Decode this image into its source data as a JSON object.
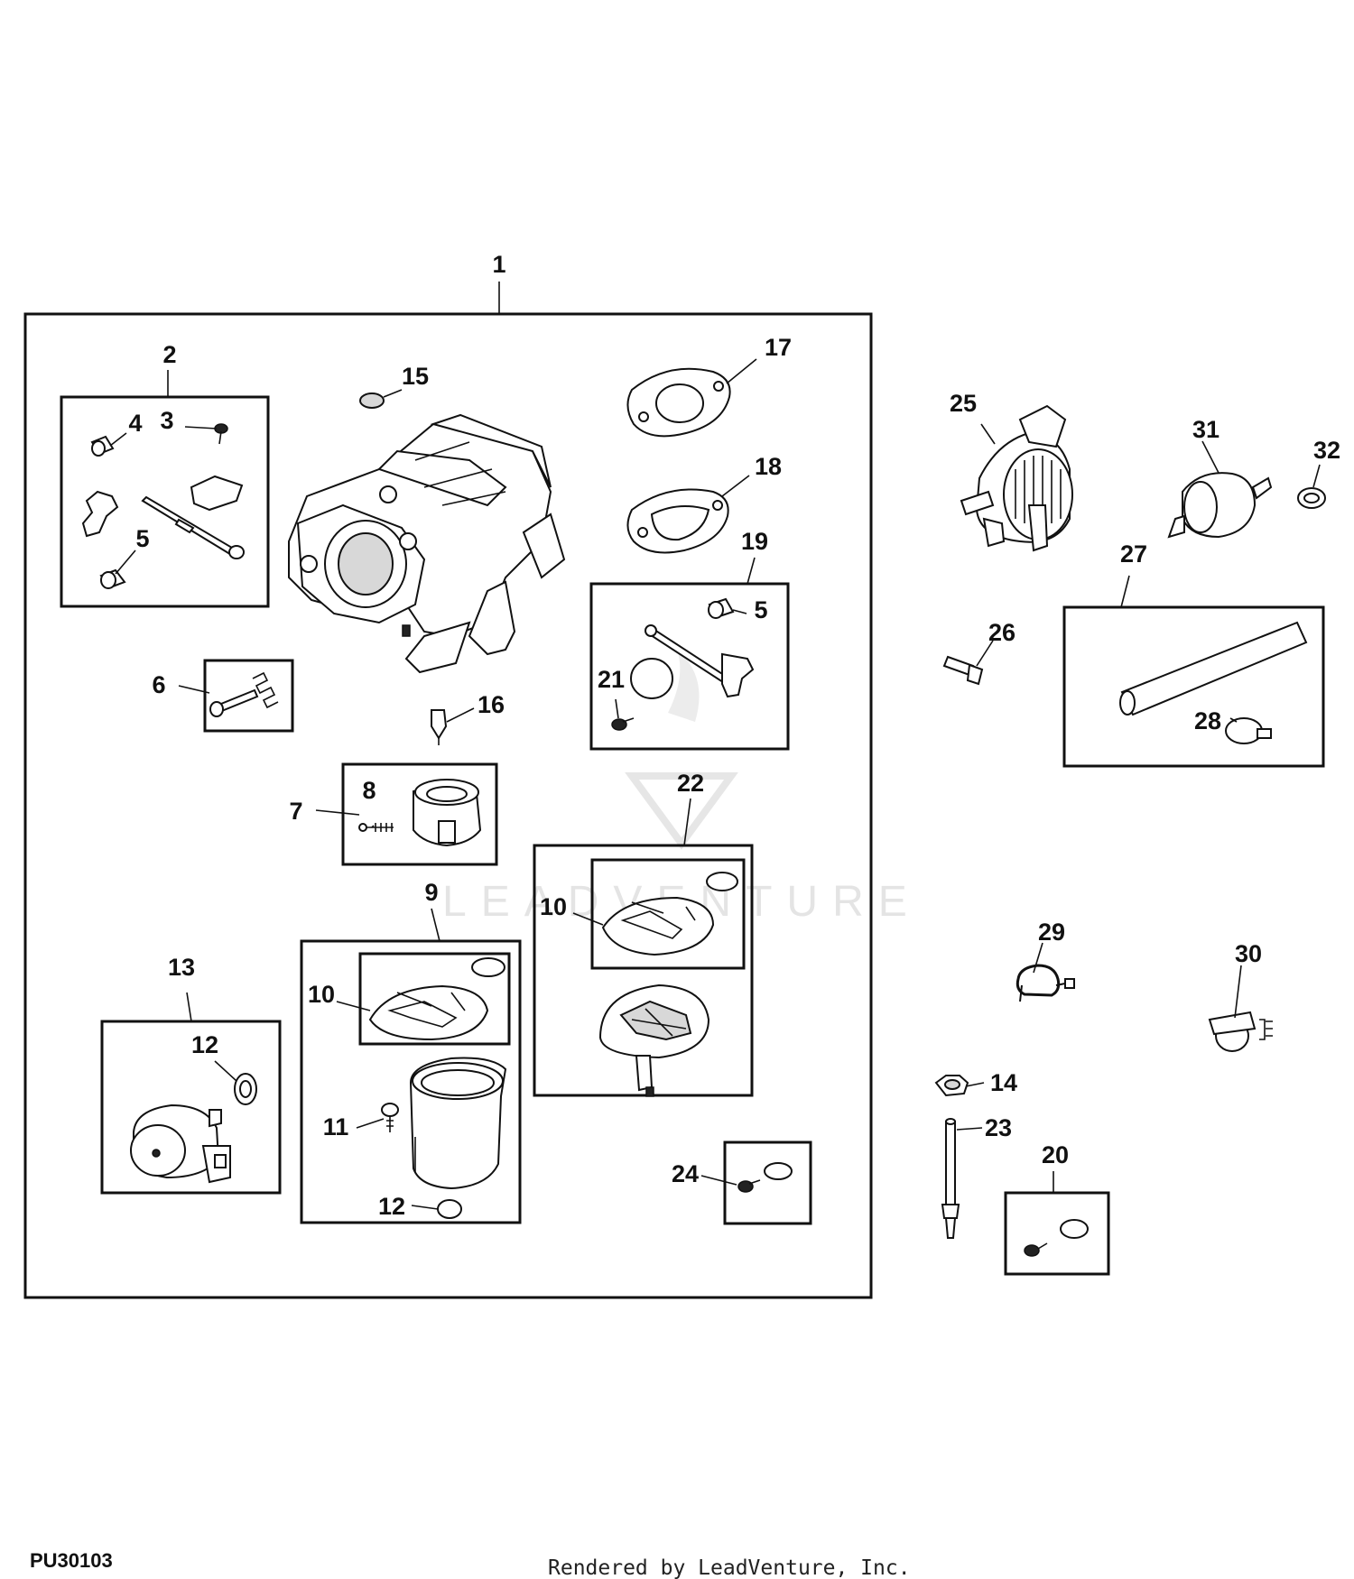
{
  "diagram": {
    "code": "PU30103",
    "credit": "Rendered by LeadVenture, Inc.",
    "watermark": "LEADVENTURE",
    "callouts": [
      "1",
      "2",
      "3",
      "4",
      "5",
      "5",
      "6",
      "7",
      "8",
      "9",
      "10",
      "10",
      "11",
      "12",
      "12",
      "13",
      "14",
      "15",
      "16",
      "17",
      "18",
      "19",
      "20",
      "21",
      "22",
      "23",
      "24",
      "25",
      "26",
      "27",
      "28",
      "29",
      "30",
      "31",
      "32"
    ]
  }
}
